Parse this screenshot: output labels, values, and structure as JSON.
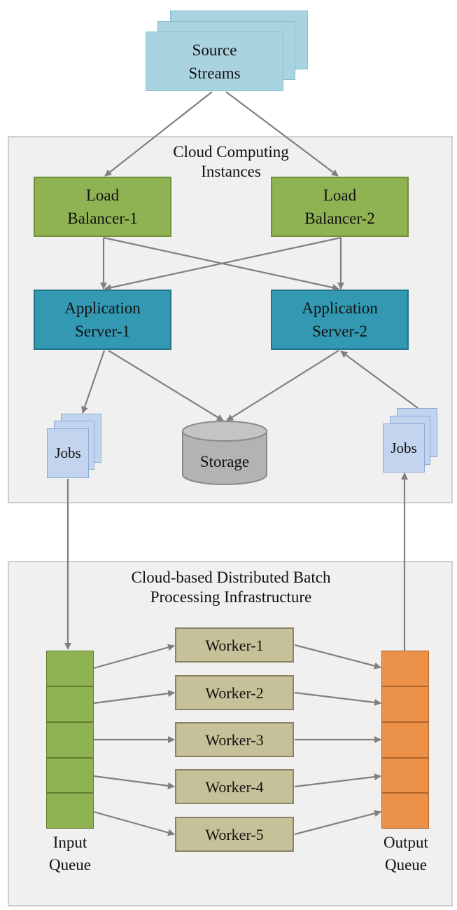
{
  "source": {
    "label": "Source\nStreams"
  },
  "cloud_panel": {
    "title": "Cloud Computing\nInstances"
  },
  "load_balancers": [
    {
      "label": "Load\nBalancer-1"
    },
    {
      "label": "Load\nBalancer-2"
    }
  ],
  "app_servers": [
    {
      "label": "Application\nServer-1"
    },
    {
      "label": "Application\nServer-2"
    }
  ],
  "jobs": [
    {
      "label": "Jobs"
    },
    {
      "label": "Jobs"
    }
  ],
  "storage": {
    "label": "Storage"
  },
  "batch_panel": {
    "title": "Cloud-based Distributed Batch\nProcessing Infrastructure"
  },
  "workers": [
    {
      "label": "Worker-1"
    },
    {
      "label": "Worker-2"
    },
    {
      "label": "Worker-3"
    },
    {
      "label": "Worker-4"
    },
    {
      "label": "Worker-5"
    }
  ],
  "input_queue": {
    "label": "Input\nQueue"
  },
  "output_queue": {
    "label": "Output\nQueue"
  },
  "colors": {
    "source": "#a9d3de",
    "load_balancer": "#8fb253",
    "app_server": "#3398b2",
    "jobs": "#c3d4ef",
    "storage": "#b3b3b3",
    "worker": "#c7c19a",
    "input_queue": "#8fb253",
    "output_queue": "#ec9149",
    "arrow": "#808080"
  }
}
